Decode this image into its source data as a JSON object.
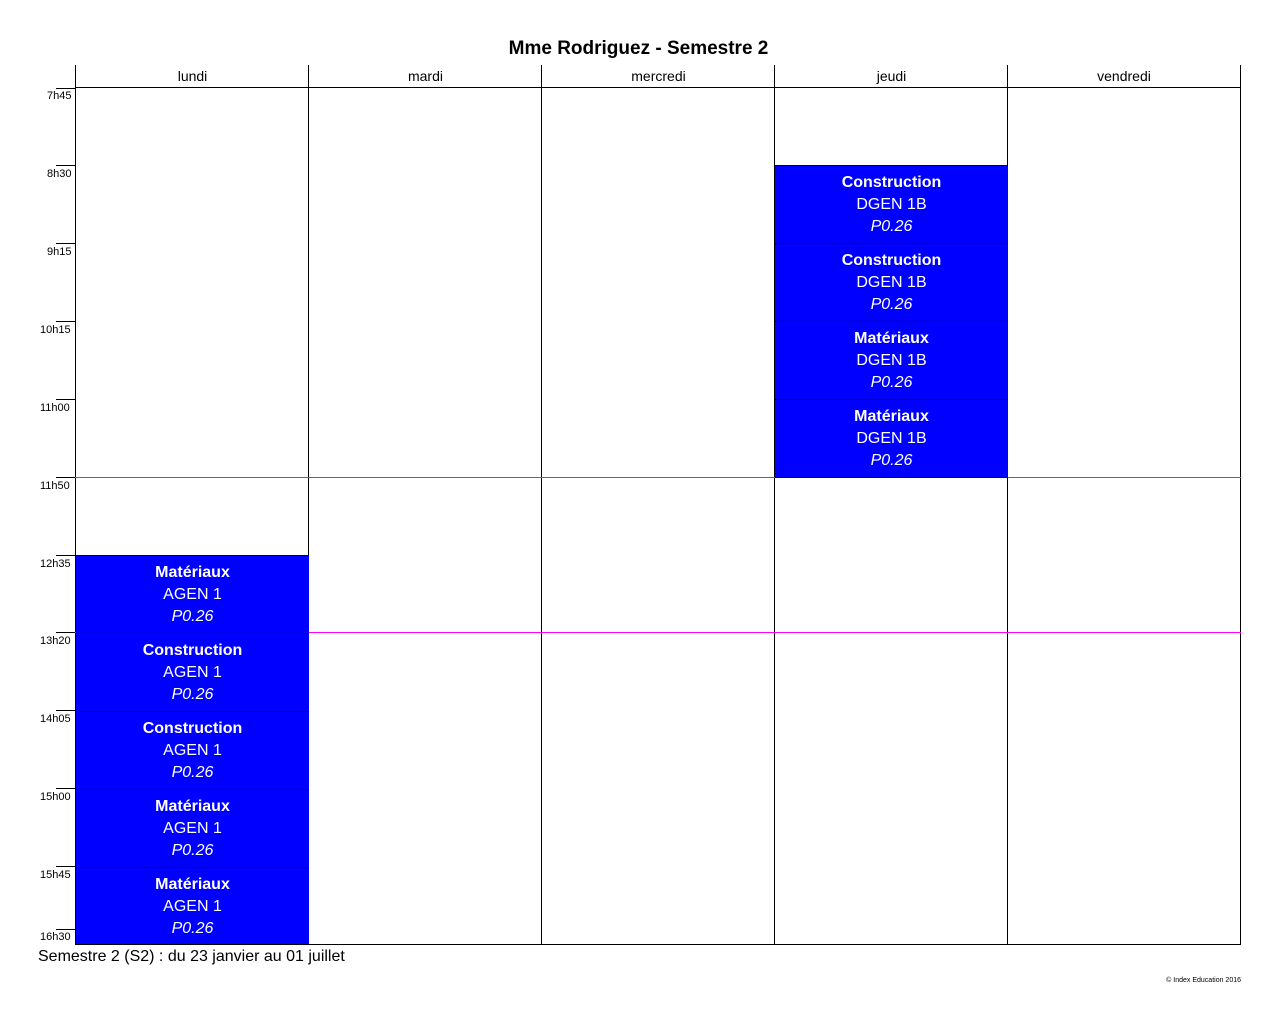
{
  "title": "Mme Rodriguez - Semestre 2",
  "days": [
    "lundi",
    "mardi",
    "mercredi",
    "jeudi",
    "vendredi"
  ],
  "times": [
    "7h45",
    "8h30",
    "9h15",
    "10h15",
    "11h00",
    "11h50",
    "12h35",
    "13h20",
    "14h05",
    "15h00",
    "15h45",
    "16h30"
  ],
  "courses": [
    {
      "subject": "Construction",
      "group": "DGEN 1B",
      "room": "P0.26"
    },
    {
      "subject": "Construction",
      "group": "DGEN 1B",
      "room": "P0.26"
    },
    {
      "subject": "Matériaux",
      "group": "DGEN 1B",
      "room": "P0.26"
    },
    {
      "subject": "Matériaux",
      "group": "DGEN 1B",
      "room": "P0.26"
    },
    {
      "subject": "Matériaux",
      "group": "AGEN 1",
      "room": "P0.26"
    },
    {
      "subject": "Construction",
      "group": "AGEN 1",
      "room": "P0.26"
    },
    {
      "subject": "Construction",
      "group": "AGEN 1",
      "room": "P0.26"
    },
    {
      "subject": "Matériaux",
      "group": "AGEN 1",
      "room": "P0.26"
    },
    {
      "subject": "Matériaux",
      "group": "AGEN 1",
      "room": "P0.26"
    }
  ],
  "footer": {
    "semester_range": "Semestre 2 (S2) : du 23 janvier au 01 juillet",
    "copyright": "© Index Education 2016"
  },
  "colors": {
    "course_bg": "#0000ff",
    "course_text": "#ffffff",
    "break_line": "#ff00ff"
  }
}
